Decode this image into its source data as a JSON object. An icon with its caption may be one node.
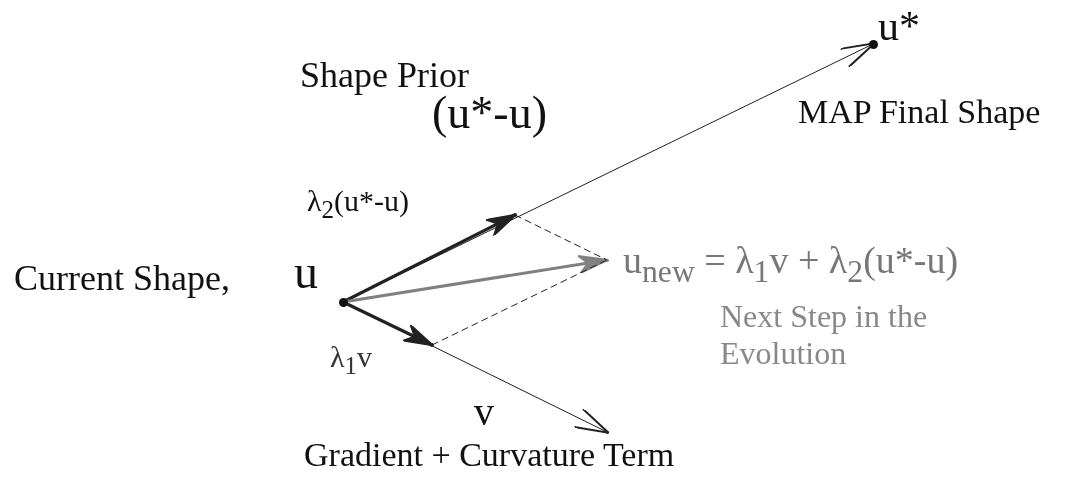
{
  "diagram": {
    "nodes": [
      {
        "text": [
          "u"
        ],
        "beside": [
          "Current Shape,"
        ]
      },
      {
        "text": [
          "u*"
        ],
        "beside": [
          "MAP Final Shape"
        ]
      },
      {
        "text": [
          "u$_{new}$ = λ$_{1}$v + λ$_{2}$(u*-u)"
        ],
        "beside": [
          "Next Step in the Evolution"
        ]
      },
      {
        "text": [],
        "shape": "point"
      },
      {
        "text": [],
        "shape": "point"
      },
      {
        "text": [
          "Gradient + Curvature Term"
        ]
      }
    ],
    "edges": [
      {
        "from": 0,
        "to": 1,
        "arrow": "to",
        "label": "(u*-u)"
      },
      {
        "from": 0,
        "to": 5,
        "arrow": "to",
        "label": "v"
      },
      {
        "from": 0,
        "to": 3,
        "arrow": "to",
        "style": "thick",
        "label": "λ$_{2}$(u*-u)"
      },
      {
        "from": 0,
        "to": 4,
        "arrow": "to",
        "style": "thick",
        "label": "λ$_{1}$v"
      },
      {
        "from": 0,
        "to": 2,
        "arrow": "to",
        "style": "thick",
        "color": "#808080"
      },
      {
        "from": 3,
        "to": 2,
        "arrow": "none",
        "style": "dashed"
      },
      {
        "from": 4,
        "to": 2,
        "arrow": "none",
        "style": "dashed"
      }
    ],
    "labels": [
      "Shape Prior"
    ]
  }
}
